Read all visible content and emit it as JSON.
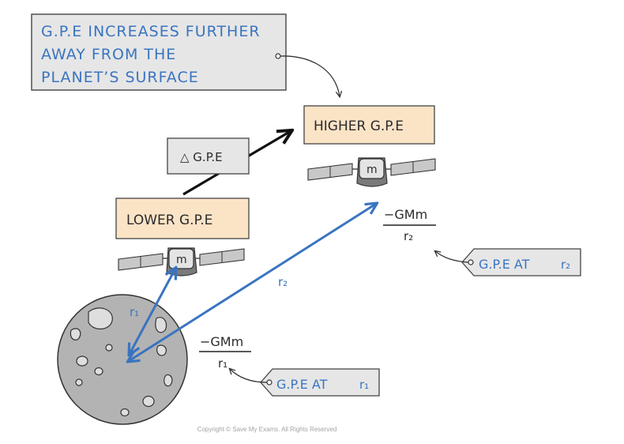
{
  "callouts": {
    "note_lines": [
      "G.P.E INCREASES FURTHER",
      "AWAY FROM THE",
      "PLANET’S  SURFACE"
    ],
    "higher_label": "HIGHER  G.P.E",
    "lower_label": "LOWER  G.P.E",
    "delta_label": "△ G.P.E",
    "tag_r2": {
      "text": "G.P.E  AT",
      "sub": "r₂"
    },
    "tag_r1": {
      "text": "G.P.E  AT",
      "sub": "r₁"
    }
  },
  "satellites": {
    "mass_label": "m"
  },
  "radii": {
    "r1": "r₁",
    "r2": "r₂"
  },
  "formulas": {
    "upper": {
      "numerator": "−GMm",
      "denominator": "r₂"
    },
    "lower": {
      "numerator": "−GMm",
      "denominator": "r₁"
    }
  },
  "copyright": "Copyright © Save My Exams. All Rights Reserved",
  "colors": {
    "grey_box": "#e6e6e6",
    "orange_box": "#fbe3c6",
    "blue": "#3a74c0",
    "planet": "#b3b3b3",
    "outline": "#3a3a3a"
  }
}
